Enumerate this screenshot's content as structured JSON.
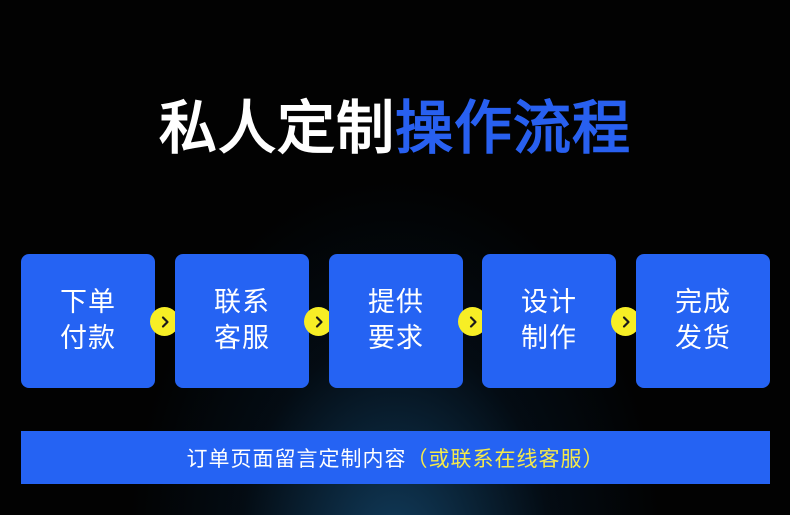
{
  "title": {
    "white": "私人定制",
    "blue": "操作流程"
  },
  "steps": [
    {
      "line1": "下单",
      "line2": "付款"
    },
    {
      "line1": "联系",
      "line2": "客服"
    },
    {
      "line1": "提供",
      "line2": "要求"
    },
    {
      "line1": "设计",
      "line2": "制作"
    },
    {
      "line1": "完成",
      "line2": "发货"
    }
  ],
  "bottom_bar": {
    "main": "订单页面留言定制内容",
    "note": "（或联系在线客服）"
  },
  "icons": {
    "arrow": "chevron-right-icon"
  },
  "colors": {
    "background": "#020202",
    "accent_blue": "#2563f3",
    "title_blue": "#2860f0",
    "arrow_yellow": "#f7ee25",
    "note_yellow": "#f5ea4a"
  }
}
